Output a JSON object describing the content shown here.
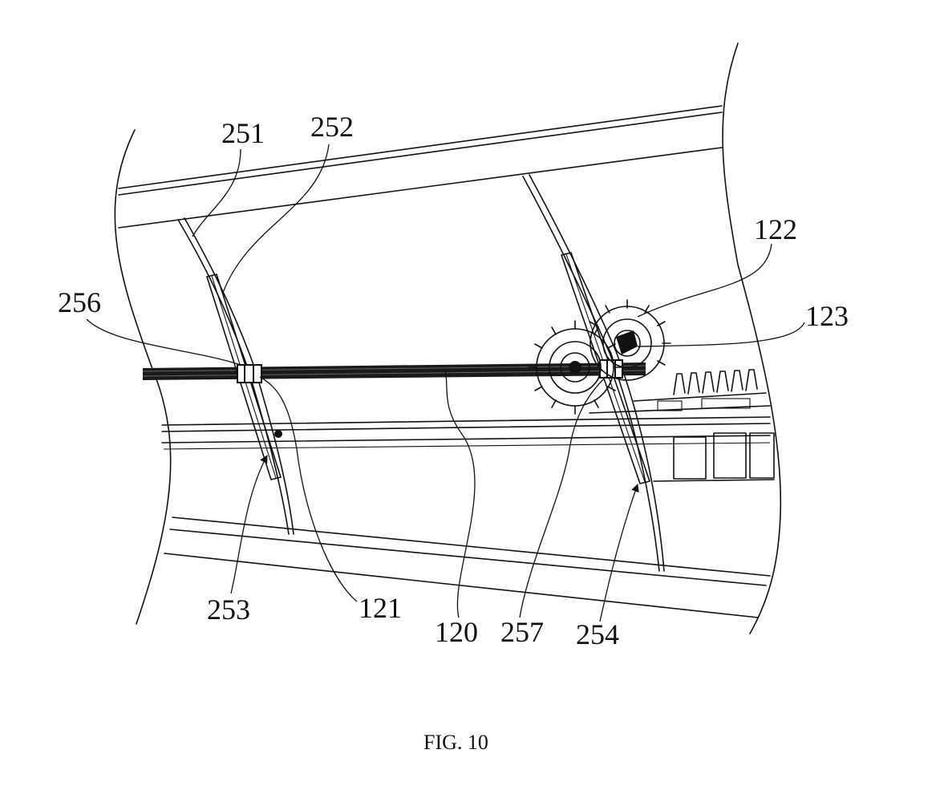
{
  "figure": {
    "caption": "FIG. 10",
    "reference_labels": {
      "r251": "251",
      "r252": "252",
      "r122": "122",
      "r256": "256",
      "r123": "123",
      "r253": "253",
      "r121": "121",
      "r120": "120",
      "r257": "257",
      "r254": "254"
    }
  }
}
